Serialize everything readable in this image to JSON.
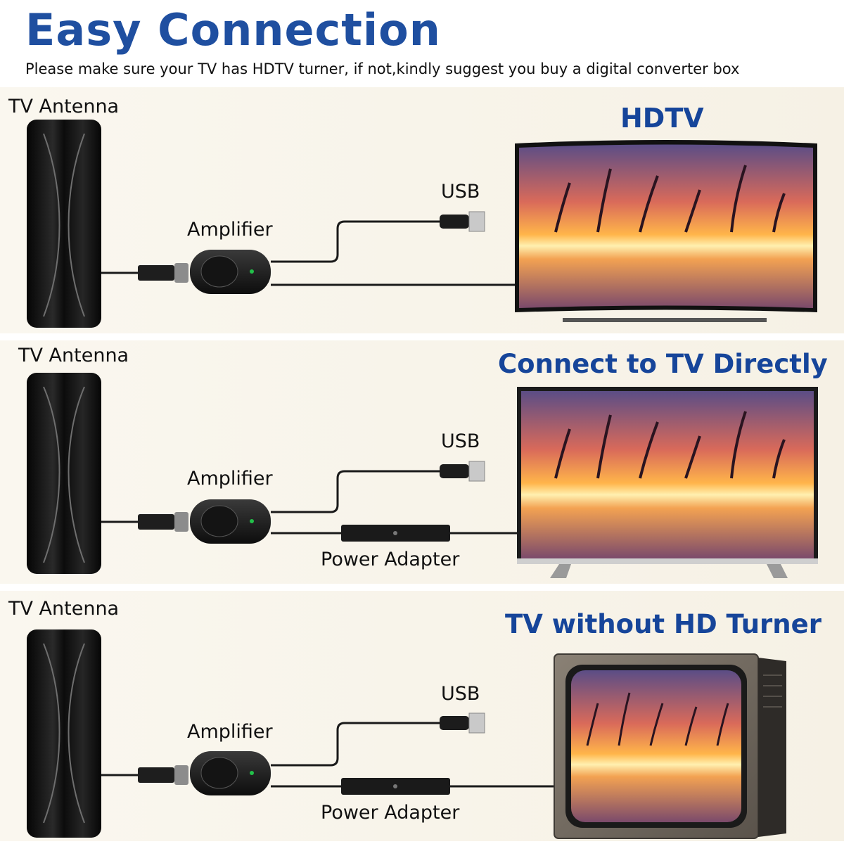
{
  "header": {
    "title": "Easy Connection",
    "subtitle": "Please make sure your TV has HDTV turner, if not,kindly suggest you buy a digital converter box"
  },
  "panels": [
    {
      "antenna_label": "TV Antenna",
      "amplifier_label": "Amplifier",
      "usb_label": "USB",
      "heading": "HDTV",
      "tv_type": "curved"
    },
    {
      "antenna_label": "TV Antenna",
      "amplifier_label": "Amplifier",
      "usb_label": "USB",
      "adapter_label": "Power Adapter",
      "heading": "Connect to TV Directly",
      "tv_type": "flat"
    },
    {
      "antenna_label": "TV Antenna",
      "amplifier_label": "Amplifier",
      "usb_label": "USB",
      "adapter_label": "Power Adapter",
      "heading": "TV without HD Turner",
      "tv_type": "crt"
    }
  ],
  "colors": {
    "title": "#1f4fa0",
    "heading": "#16459a",
    "panel_bg": "#f7f2e6",
    "cable": "#1a1a1a",
    "led": "#22c04a"
  },
  "icons": [
    "antenna-icon",
    "amplifier-icon",
    "usb-plug-icon",
    "power-adapter-icon",
    "tv-icon"
  ]
}
